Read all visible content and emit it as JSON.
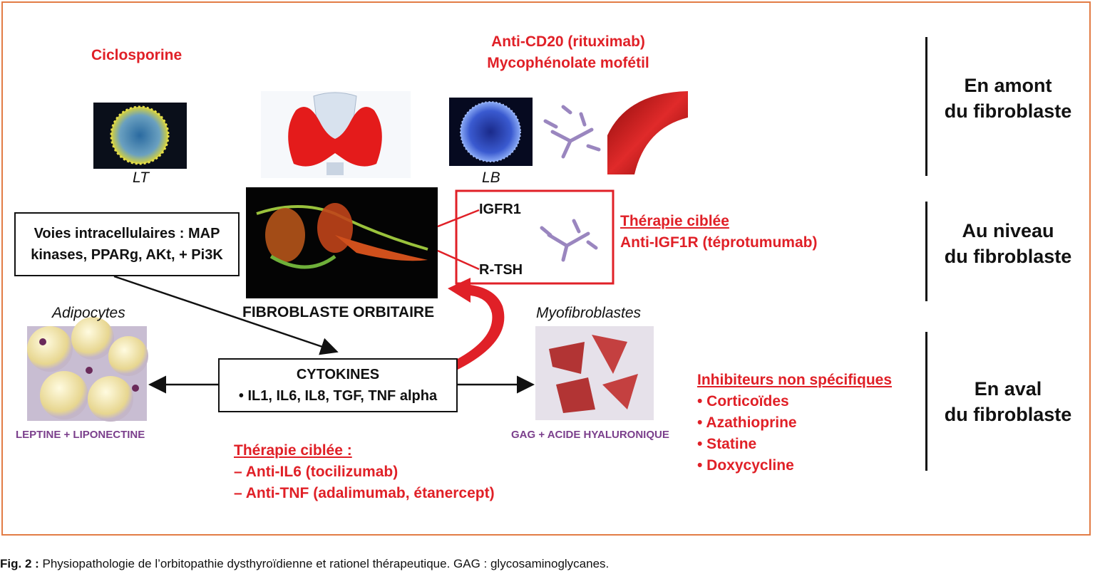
{
  "top": {
    "ciclosporine": "Ciclosporine",
    "anti_cd20": "Anti-CD20 (rituximab)",
    "mycophenolate": "Mycophénolate mofétil",
    "lt": "LT",
    "lb": "LB"
  },
  "fibroblast": {
    "igfr1": "IGFR1",
    "rtsh": "R-TSH",
    "label": "FIBROBLASTE ORBITAIRE",
    "therapy_title": "Thérapie ciblée",
    "therapy_drug": "Anti-IGF1R (téprotumumab)"
  },
  "voies": {
    "line1": "Voies intracellulaires : MAP",
    "line2": "kinases, PPARg, AKt, + Pi3K"
  },
  "cytokines": {
    "title": "CYTOKINES",
    "list": "• IL1, IL6, IL8, TGF, TNF alpha"
  },
  "adipocytes": {
    "title": "Adipocytes",
    "product": "LEPTINE + LIPONECTINE"
  },
  "myofibroblastes": {
    "title": "Myofibroblastes",
    "product": "GAG + ACIDE HYALURONIQUE"
  },
  "targeted_cytokine": {
    "title": "Thérapie ciblée :",
    "item1": "– Anti-IL6 (tocilizumab)",
    "item2": "– Anti-TNF (adalimumab, étanercept)"
  },
  "nonspecific": {
    "title": "Inhibiteurs non spécifiques",
    "items": [
      "• Corticoïdes",
      "• Azathioprine",
      "• Statine",
      "• Doxycycline"
    ]
  },
  "levels": {
    "amont_1": "En amont",
    "amont_2": "du fibroblaste",
    "niveau_1": "Au niveau",
    "niveau_2": "du fibroblaste",
    "aval_1": "En aval",
    "aval_2": "du fibroblaste"
  },
  "caption": {
    "label": "Fig. 2 :",
    "text": " Physiopathologie de l’orbitopathie dysthyroïdienne et rationel thérapeutique. GAG : glycosaminoglycanes."
  },
  "colors": {
    "red": "#e02027",
    "purple": "#7b3f8c",
    "frame": "#e27c45"
  }
}
